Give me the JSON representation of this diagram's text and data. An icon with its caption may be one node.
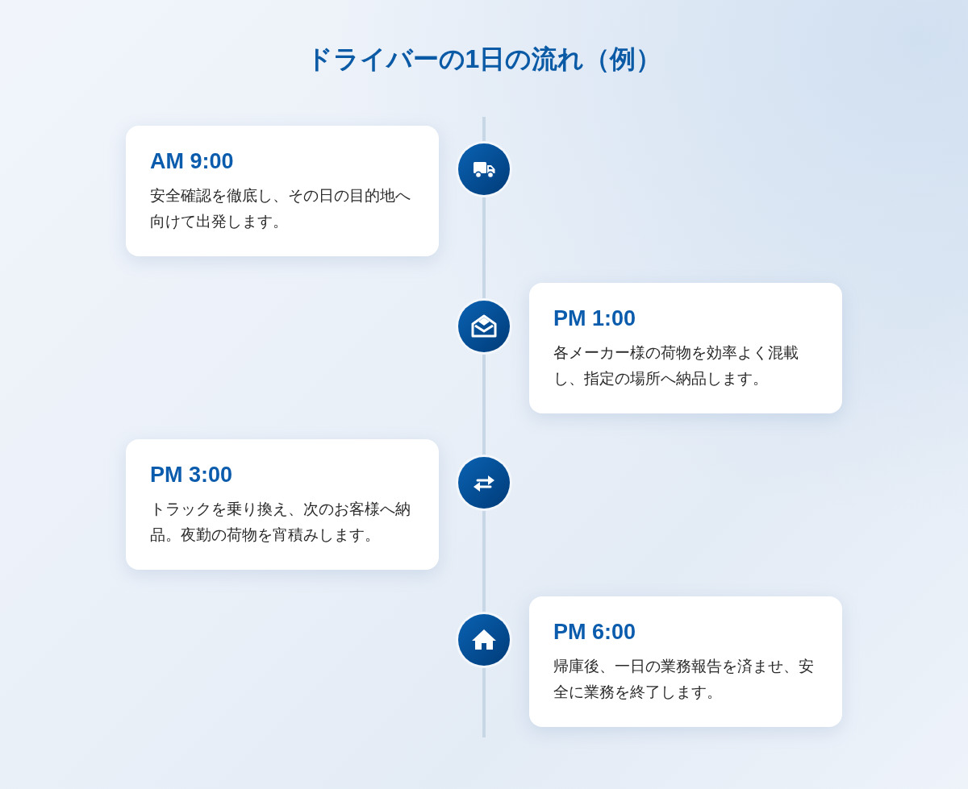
{
  "diagram": {
    "title": "ドライバーの1日の流れ（例）",
    "nodes": [
      {
        "text": [
          "AM 9:00",
          "安全確認を徹底し、その日の目的地へ向けて出発します。"
        ]
      },
      {
        "text": [
          "PM 1:00",
          "各メーカー様の荷物を効率よく混載し、指定の場所へ納品します。"
        ]
      },
      {
        "text": [
          "PM 3:00",
          "トラックを乗り換え、次のお客様へ納品。夜勤の荷物を宵積みします。"
        ]
      },
      {
        "text": [
          "PM 6:00",
          "帰庫後、一日の業務報告を済ませ、安全に業務を終了します。"
        ]
      }
    ]
  }
}
